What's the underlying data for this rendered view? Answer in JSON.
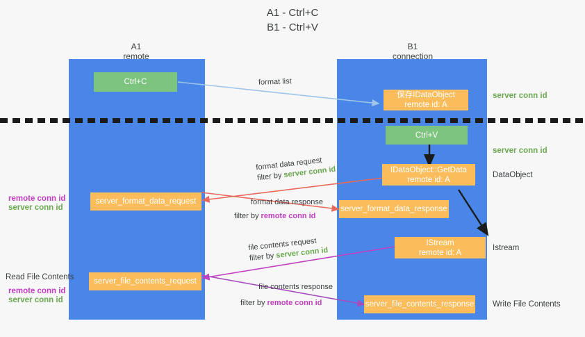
{
  "title": {
    "line1": "A1 - Ctrl+C",
    "line2": "B1 - Ctrl+V"
  },
  "columns": [
    {
      "name": "A1",
      "sub": "remote"
    },
    {
      "name": "B1",
      "sub": "connection"
    }
  ],
  "nodes": {
    "ctrl_c": "Ctrl+C",
    "ctrl_v": "Ctrl+V",
    "save_idataobject_line1": "保存IDataObject",
    "save_idataobject_line2": "remote id: A",
    "getdata_line1": "IDataObject::GetData",
    "getdata_line2": "remote id: A",
    "istream_line1": "IStream",
    "istream_line2": "remote id: A",
    "server_format_data_request": "server_format_data_request",
    "server_format_data_response": "server_format_data_response",
    "server_file_contents_request": "server_file_contents_request",
    "server_file_contents_response": "server_file_contents_response"
  },
  "flows": {
    "format_list": "format list",
    "format_data_request": "format data request",
    "format_data_request_filter_prefix": "filter by ",
    "format_data_request_filter_id": "server conn id",
    "format_data_response": "format data response",
    "format_data_response_filter_prefix": "filter by ",
    "format_data_response_filter_id": "remote conn id",
    "file_contents_request": "file contents request",
    "file_contents_request_filter_prefix": "filter by ",
    "file_contents_request_filter_id": "server conn id",
    "file_contents_response": "file contents response",
    "file_contents_response_filter_prefix": "filter by ",
    "file_contents_response_filter_id": "remote conn id"
  },
  "side_labels": {
    "right_server_conn_id_top": "server conn id",
    "right_server_conn_id_mid": "server conn id",
    "right_dataobject": "DataObject",
    "right_istream": "Istream",
    "right_write_file_contents": "Write File Contents",
    "left_remote_conn_id_1": "remote conn id",
    "left_server_conn_id_1": "server conn id",
    "left_read_file_contents": "Read File Contents",
    "left_remote_conn_id_2": "remote conn id",
    "left_server_conn_id_2": "server conn id"
  },
  "colors": {
    "band": "#4a86e8",
    "green_node": "#7dc47f",
    "orange_node": "#fbbc5c",
    "green_text": "#6aa84f",
    "magenta_text": "#c23fc2",
    "arrow_lightblue": "#9fc5e8",
    "arrow_red": "#e8685c",
    "arrow_magenta": "#c23fc2",
    "arrow_purple": "#a64dbf",
    "arrow_black": "#1b1b1b",
    "dashed_line": "#1b1b1b"
  }
}
